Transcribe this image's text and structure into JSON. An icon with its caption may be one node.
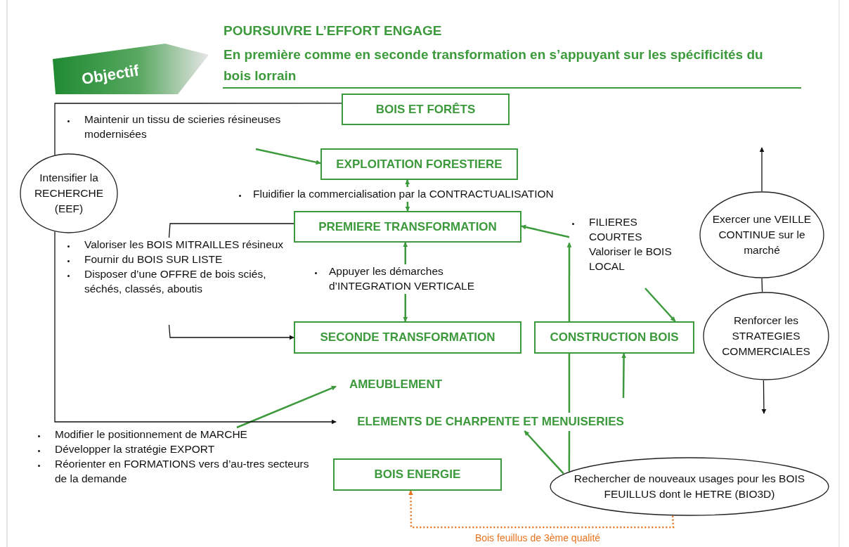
{
  "diagram": {
    "title": "POURSUIVRE L’EFFORT ENGAGE",
    "nodes": [
      {
        "text": [
          "Objectif"
        ]
      },
      {
        "text": [
          "BOIS ET FORÊTS"
        ]
      },
      {
        "text": [
          "EXPLOITATION FORESTIERE"
        ]
      },
      {
        "text": [
          "PREMIERE TRANSFORMATION"
        ]
      },
      {
        "text": [
          "SECONDE TRANSFORMATION"
        ]
      },
      {
        "text": [
          "CONSTRUCTION BOIS"
        ]
      },
      {
        "text": [
          "AMEUBLEMENT"
        ]
      },
      {
        "text": [
          "ELEMENTS DE CHARPENTE ET MENUISERIES"
        ]
      },
      {
        "text": [
          "BOIS ENERGIE"
        ]
      },
      {
        "text": [
          "Intensifier la RECHERCHE (EEF)"
        ]
      },
      {
        "text": [
          "Exercer une VEILLE CONTINUE sur le marché"
        ]
      },
      {
        "text": [
          "Renforcer les STRATEGIES COMMERCIALES"
        ]
      },
      {
        "text": [
          "Rechercher de nouveaux usages pour les BOIS FEUILLUS dont le HETRE (BIO3D)"
        ]
      },
      {
        "text": [
          "Maintenir un tissu de scieries résineuses modernisées"
        ]
      },
      {
        "text": [
          "Valoriser les BOIS MITRAILLES résineux",
          "Fournir du BOIS SUR LISTE",
          "Disposer d’une OFFRE de bois sciés, séchés, classés, aboutis"
        ]
      },
      {
        "text": [
          "FILIERES COURTES Valoriser le BOIS LOCAL"
        ]
      },
      {
        "text": [
          "Modifier le positionnement de MARCHE",
          "Développer la stratégie EXPORT",
          "Réorienter en FORMATIONS vers d’au-tres secteurs de la demande"
        ]
      }
    ],
    "edges": [
      {
        "from": 1,
        "to": 9,
        "arrow": "none",
        "color": "#111111"
      },
      {
        "from": 13,
        "to": 2,
        "arrow": "to"
      },
      {
        "from": 2,
        "to": 3,
        "arrow": "both",
        "label": "Fluidifier la commercialisation par la CONTRACTUALISATION"
      },
      {
        "from": 3,
        "to": 4,
        "arrow": "both",
        "label": "Appuyer les démarches d’INTEGRATION VERTICALE"
      },
      {
        "from": 3,
        "to": 14,
        "arrow": "none",
        "color": "#111111"
      },
      {
        "from": 14,
        "to": 4,
        "arrow": "to",
        "color": "#111111"
      },
      {
        "from": 15,
        "to": 3,
        "arrow": "to"
      },
      {
        "from": 15,
        "to": 5,
        "arrow": "to"
      },
      {
        "from": 12,
        "to": 7,
        "arrow": "none"
      },
      {
        "from": 5,
        "to": 15,
        "arrow": "to"
      },
      {
        "from": null,
        "to": 5,
        "arrow": "to"
      },
      {
        "from": 12,
        "to": 7,
        "arrow": "to"
      },
      {
        "from": 16,
        "to": 6,
        "arrow": "to"
      },
      {
        "from": 10,
        "to": null,
        "arrow": "to",
        "color": "#111111"
      },
      {
        "from": 10,
        "to": 11,
        "arrow": "none",
        "color": "#111111"
      },
      {
        "from": 11,
        "to": null,
        "arrow": "to",
        "color": "#111111"
      },
      {
        "from": 12,
        "to": 8,
        "arrow": "to",
        "style": "dashed",
        "color": "#e8731e",
        "label": "Bois feuillus de 3ème qualité"
      },
      {
        "from": 9,
        "to": 7,
        "arrow": "to",
        "color": "#111111"
      },
      {
        "from": 7,
        "to": 5,
        "arrow": "none"
      }
    ],
    "labels": [
      "En première comme en seconde transformation en s’appuyant sur les spécificités du bois lorrain"
    ]
  }
}
